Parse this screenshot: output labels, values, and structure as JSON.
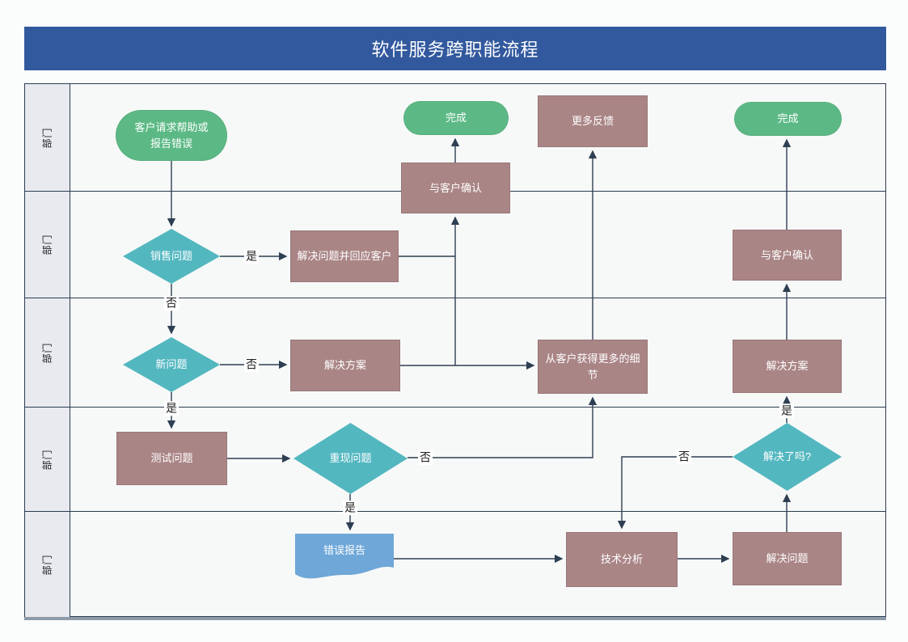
{
  "title": "软件服务跨职能流程",
  "lanes": [
    {
      "label": "部门"
    },
    {
      "label": "部门"
    },
    {
      "label": "部门"
    },
    {
      "label": "部门"
    },
    {
      "label": "部门"
    }
  ],
  "labels": {
    "yes": "是",
    "no": "否"
  },
  "nodes": {
    "start": "客户请求帮助或报告错误",
    "done_left": "完成",
    "more_feedback": "更多反馈",
    "done_right": "完成",
    "confirm_top": "与客户确认",
    "sales_issue": "销售问题",
    "resolve_respond": "解决问题并回应客户",
    "confirm_right": "与客户确认",
    "new_issue": "新问题",
    "solution_left": "解决方案",
    "get_details": "从客户获得更多的细节",
    "solution_right": "解决方案",
    "test_issue": "测试问题",
    "reproduce_issue": "重现问题",
    "solved_question": "解决了吗?",
    "bug_report": "错误报告",
    "tech_analysis": "技术分析",
    "resolve_issue": "解决问题"
  },
  "edges": [
    {
      "from": "start",
      "to": "sales_issue",
      "label": ""
    },
    {
      "from": "sales_issue",
      "to": "resolve_respond",
      "label": "是"
    },
    {
      "from": "sales_issue",
      "to": "new_issue",
      "label": "否"
    },
    {
      "from": "resolve_respond",
      "to": "confirm_top",
      "label": ""
    },
    {
      "from": "confirm_top",
      "to": "done_left",
      "label": ""
    },
    {
      "from": "new_issue",
      "to": "solution_left",
      "label": "否"
    },
    {
      "from": "new_issue",
      "to": "test_issue",
      "label": "是"
    },
    {
      "from": "solution_left",
      "to": "get_details",
      "label": ""
    },
    {
      "from": "solution_left",
      "to": "confirm_top",
      "label": ""
    },
    {
      "from": "get_details",
      "to": "more_feedback",
      "label": ""
    },
    {
      "from": "test_issue",
      "to": "reproduce_issue",
      "label": ""
    },
    {
      "from": "reproduce_issue",
      "to": "get_details",
      "label": "否"
    },
    {
      "from": "reproduce_issue",
      "to": "bug_report",
      "label": "是"
    },
    {
      "from": "bug_report",
      "to": "tech_analysis",
      "label": ""
    },
    {
      "from": "solved_question",
      "to": "tech_analysis",
      "label": "否"
    },
    {
      "from": "tech_analysis",
      "to": "resolve_issue",
      "label": ""
    },
    {
      "from": "resolve_issue",
      "to": "solved_question",
      "label": ""
    },
    {
      "from": "solved_question",
      "to": "solution_right",
      "label": "是"
    },
    {
      "from": "solution_right",
      "to": "confirm_right",
      "label": ""
    },
    {
      "from": "confirm_right",
      "to": "done_right",
      "label": ""
    }
  ],
  "colors": {
    "banner_blue": "#32599e",
    "terminator_green": "#5cb985",
    "decision_teal": "#53b7c0",
    "process_mauve": "#aa8586",
    "document_blue": "#6ea7d8",
    "connector_dark": "#2e3f53",
    "lane_label_bg": "#e8eaef",
    "lane_bg": "#f7f9f8",
    "shadow_gray": "#8d9aa7"
  }
}
